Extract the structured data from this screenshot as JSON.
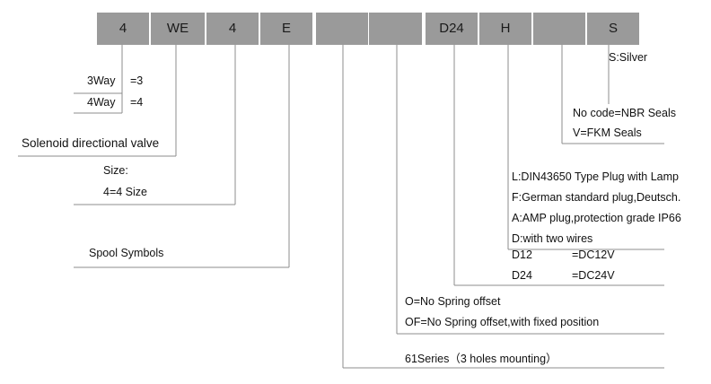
{
  "code_boxes": [
    "4",
    "WE",
    "4",
    "E",
    "",
    "",
    "D24",
    "H",
    "",
    "S"
  ],
  "notes": {
    "way_3": "3Way",
    "way_3_code": "=3",
    "way_4": "4Way",
    "way_4_code": "=4",
    "valve_type": "Solenoid directional valve",
    "size_title": "Size:",
    "size_value": "4=4 Size",
    "spool": "Spool Symbols",
    "finish": "S:Silver",
    "seal_nbr": "No code=NBR Seals",
    "seal_fkm": "V=FKM Seals",
    "plug_l": "L:DIN43650 Type Plug with Lamp",
    "plug_f": "F:German standard plug,Deutsch.",
    "plug_a": "A:AMP plug,protection grade IP66",
    "plug_d": "D:with two wires",
    "volt_d12": "D12",
    "volt_d12_value": "=DC12V",
    "volt_d24": "D24",
    "volt_d24_value": "=DC24V",
    "spring_o": "O=No Spring offset",
    "spring_of": "OF=No Spring offset,with  fixed position",
    "series": "61Series（3 holes mounting）"
  },
  "colors": {
    "box_fill": "#9a9a9a",
    "leader_line": "#8c8c8c",
    "text": "#111111"
  }
}
